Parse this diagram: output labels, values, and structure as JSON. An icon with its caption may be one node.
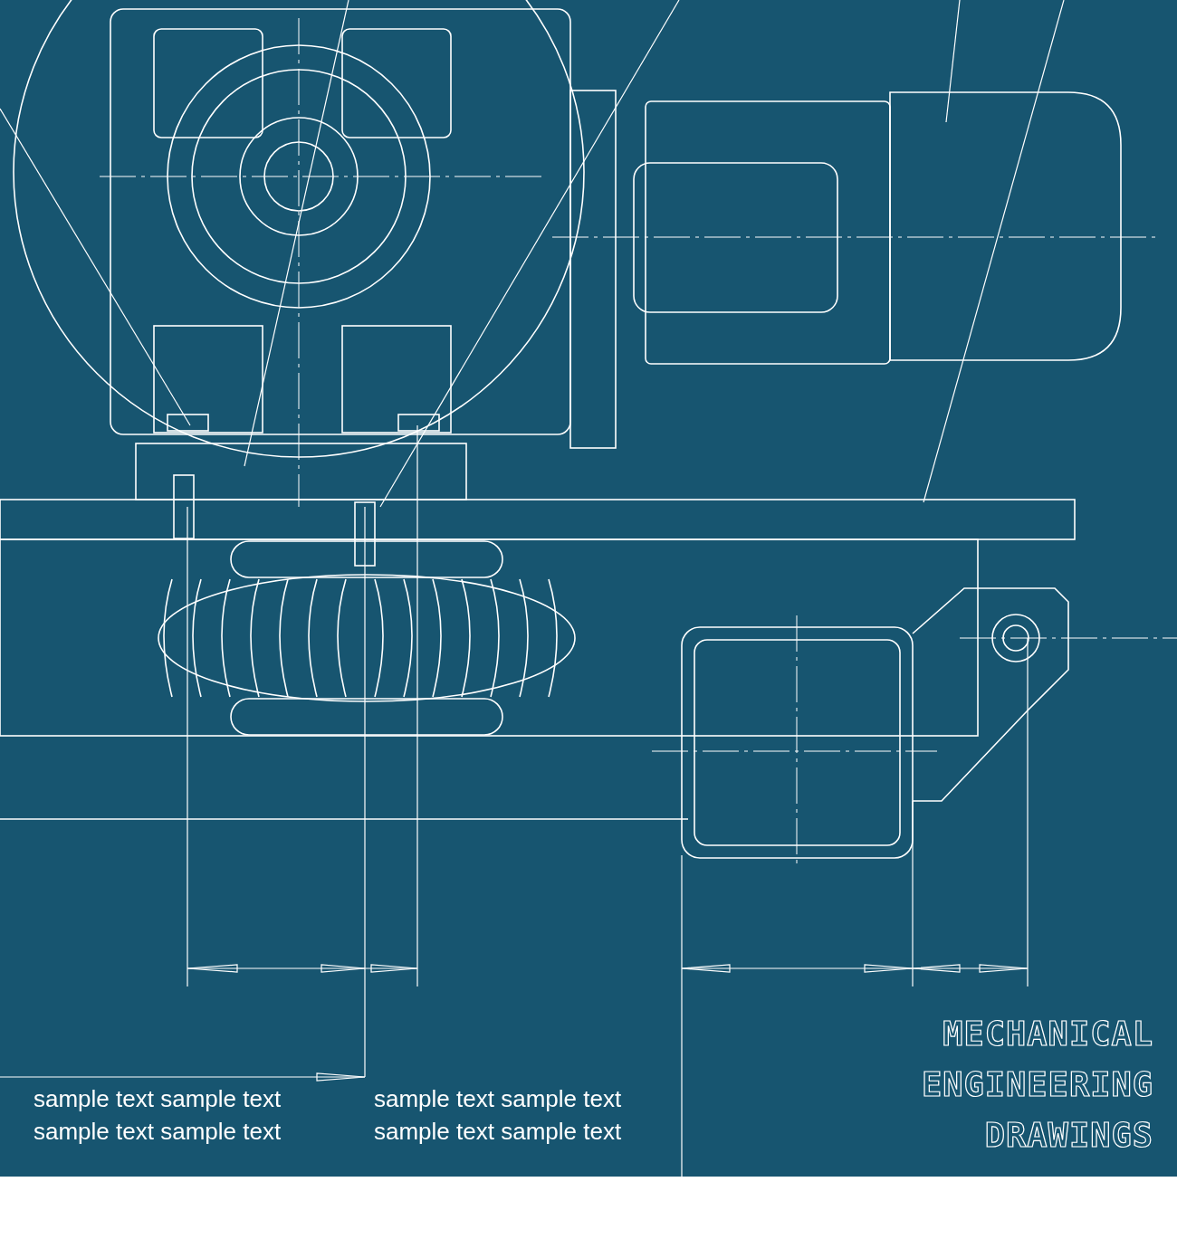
{
  "diagram": {
    "title": "MECHANICAL ENGINEERING DRAWINGS",
    "labels": [
      "sample text sample text",
      "sample text sample text",
      "sample text sample text",
      "sample text sample text"
    ]
  }
}
